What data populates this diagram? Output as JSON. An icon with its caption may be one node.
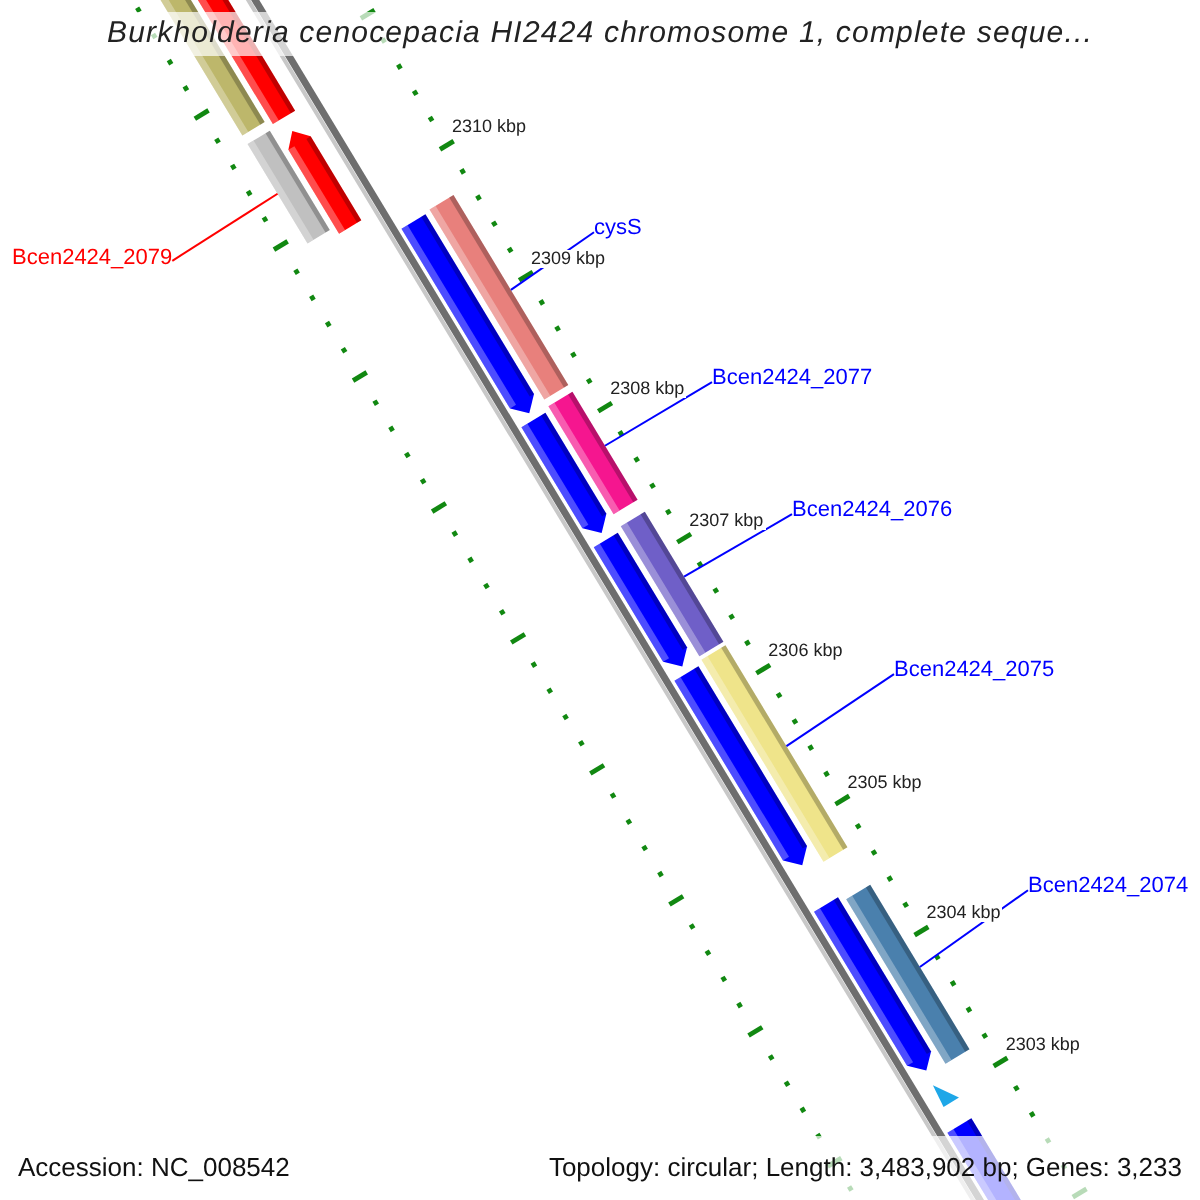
{
  "diagram": {
    "title": "Burkholderia cenocepacia HI2424 chromosome 1, complete seque...",
    "nodes": [
      {
        "text": [
          "Bcen2424_2079"
        ]
      },
      {
        "text": [],
        "shape": "bar"
      },
      {
        "text": [
          "cysS"
        ]
      },
      {
        "text": [],
        "shape": "bar"
      },
      {
        "text": [
          "Bcen2424_2077"
        ]
      },
      {
        "text": [],
        "shape": "bar"
      },
      {
        "text": [
          "Bcen2424_2076"
        ]
      },
      {
        "text": [],
        "shape": "bar"
      },
      {
        "text": [
          "Bcen2424_2075"
        ]
      },
      {
        "text": [],
        "shape": "bar"
      },
      {
        "text": [
          "Bcen2424_2074"
        ]
      },
      {
        "text": [],
        "shape": "bar"
      }
    ],
    "edges": [
      {
        "from": 0,
        "to": 1,
        "arrow": "none",
        "color": "#ff0000"
      },
      {
        "from": 2,
        "to": 3,
        "arrow": "none"
      },
      {
        "from": 4,
        "to": 5,
        "arrow": "none"
      },
      {
        "from": 6,
        "to": 7,
        "arrow": "none"
      },
      {
        "from": 8,
        "to": 9,
        "arrow": "none"
      },
      {
        "from": 10,
        "to": 11,
        "arrow": "none"
      }
    ],
    "labels": [
      "2310 kbp",
      "2309 kbp",
      "2308 kbp",
      "2307 kbp",
      "2306 kbp",
      "2305 kbp",
      "2304 kbp",
      "2303 kbp",
      "Accession: NC_008542",
      "Topology: circular; Length: 3,483,902 bp; Genes: 3,233"
    ]
  }
}
